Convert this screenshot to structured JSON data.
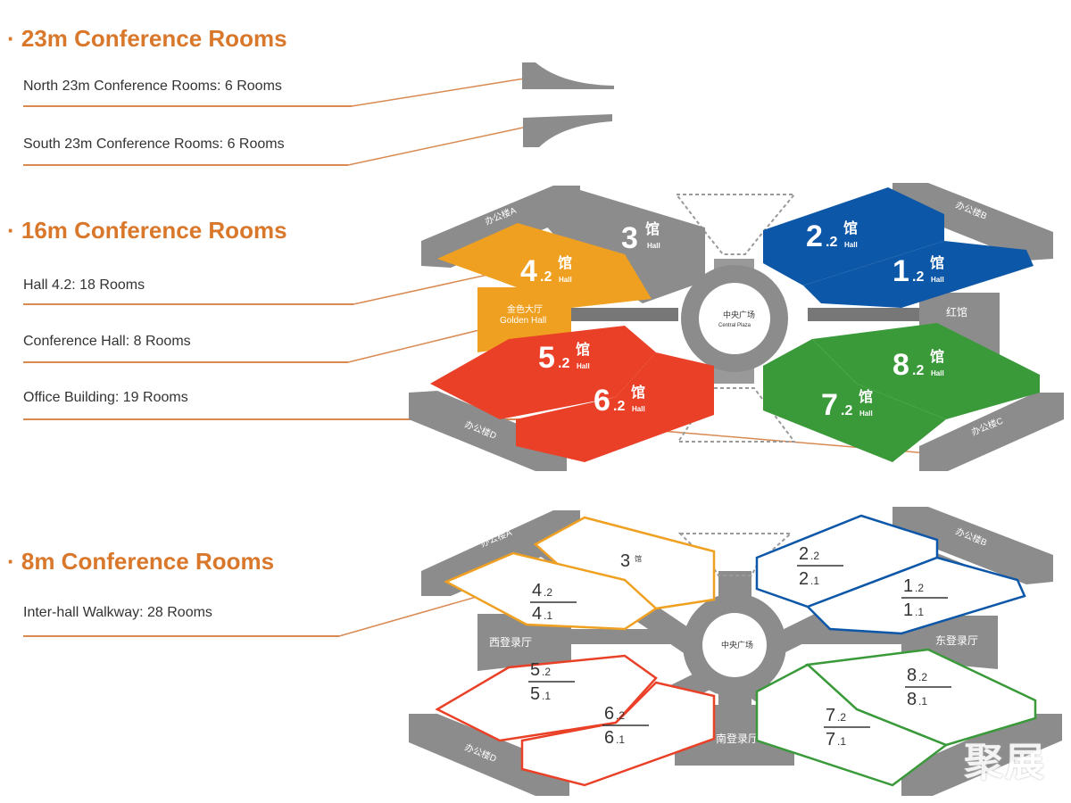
{
  "sections": [
    {
      "title": "· 23m Conference Rooms",
      "items": [
        "North 23m Conference Rooms: 6 Rooms",
        "South 23m Conference Rooms: 6 Rooms"
      ]
    },
    {
      "title": "· 16m Conference Rooms",
      "items": [
        "Hall 4.2: 18 Rooms",
        "Conference Hall: 8 Rooms",
        "Office Building: 19 Rooms"
      ]
    },
    {
      "title": "· 8m Conference Rooms",
      "items": [
        "Inter-hall Walkway: 28 Rooms"
      ]
    }
  ],
  "map16": {
    "halls": [
      {
        "id": "3",
        "num": "3",
        "sub": "",
        "char": "馆",
        "word": "Hall",
        "color": "#8c8c8c"
      },
      {
        "id": "4.2",
        "num": "4",
        "sub": ".2",
        "char": "馆",
        "word": "Hall",
        "color": "#f0a020"
      },
      {
        "id": "5.2",
        "num": "5",
        "sub": ".2",
        "char": "馆",
        "word": "Hall",
        "color": "#e94027"
      },
      {
        "id": "6.2",
        "num": "6",
        "sub": ".2",
        "char": "馆",
        "word": "Hall",
        "color": "#e94027"
      },
      {
        "id": "2.2",
        "num": "2",
        "sub": ".2",
        "char": "馆",
        "word": "Hall",
        "color": "#0d57a8"
      },
      {
        "id": "1.2",
        "num": "1",
        "sub": ".2",
        "char": "馆",
        "word": "Hall",
        "color": "#0d57a8"
      },
      {
        "id": "8.2",
        "num": "8",
        "sub": ".2",
        "char": "馆",
        "word": "Hall",
        "color": "#3a9a3a"
      },
      {
        "id": "7.2",
        "num": "7",
        "sub": ".2",
        "char": "馆",
        "word": "Hall",
        "color": "#3a9a3a"
      }
    ],
    "golden_hall_cn": "金色大厅",
    "golden_hall_en": "Golden Hall",
    "central_plaza_cn": "中央广场",
    "central_plaza_en": "Central Plaza",
    "red_hall": "红馆",
    "office_a": "办公楼A",
    "office_b": "办公楼B",
    "office_c": "办公楼C",
    "office_d": "办公楼D"
  },
  "map8": {
    "halls": [
      {
        "id": "3",
        "top": "3",
        "top_sub": "",
        "bottom": "",
        "bottom_sub": "",
        "color": "#f0a020"
      },
      {
        "id": "4",
        "top": "4",
        "top_sub": ".2",
        "bottom": "4",
        "bottom_sub": ".1",
        "color": "#f0a020"
      },
      {
        "id": "5",
        "top": "5",
        "top_sub": ".2",
        "bottom": "5",
        "bottom_sub": ".1",
        "color": "#e94027"
      },
      {
        "id": "6",
        "top": "6",
        "top_sub": ".2",
        "bottom": "6",
        "bottom_sub": ".1",
        "color": "#e94027"
      },
      {
        "id": "2",
        "top": "2",
        "top_sub": ".2",
        "bottom": "2",
        "bottom_sub": ".1",
        "color": "#0d57a8"
      },
      {
        "id": "1",
        "top": "1",
        "top_sub": ".2",
        "bottom": "1",
        "bottom_sub": ".1",
        "color": "#0d57a8"
      },
      {
        "id": "8",
        "top": "8",
        "top_sub": ".2",
        "bottom": "8",
        "bottom_sub": ".1",
        "color": "#3a9a3a"
      },
      {
        "id": "7",
        "top": "7",
        "top_sub": ".2",
        "bottom": "7",
        "bottom_sub": ".1",
        "color": "#3a9a3a"
      }
    ],
    "west_lobby": "西登录厅",
    "east_lobby": "东登录厅",
    "south_lobby": "南登录厅",
    "central_plaza_cn": "中央广场",
    "office_a": "办公楼A",
    "office_b": "办公楼B",
    "office_d": "办公楼D"
  },
  "watermark": "聚展",
  "line_color": "#d98a52"
}
